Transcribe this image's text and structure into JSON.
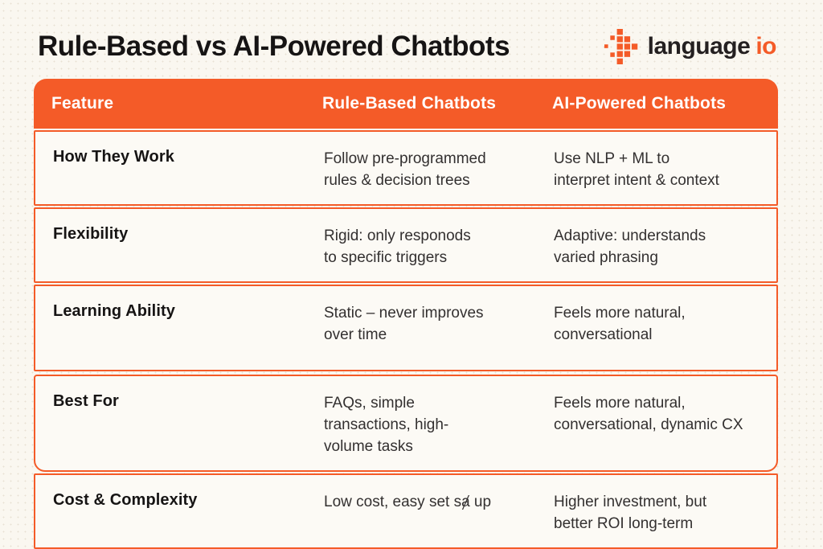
{
  "page": {
    "title": "Rule-Based vs AI-Powered Chatbots"
  },
  "logo": {
    "name_primary": "language",
    "name_accent": "io",
    "icon": "pixel-arrow-right",
    "accent_color": "#F45B28",
    "text_color": "#242021"
  },
  "colors": {
    "accent_orange": "#F45B28",
    "header_text": "#FFFFFF",
    "page_background": "#FAF7F0",
    "row_background": "#FCFAF5",
    "title_text": "#161414",
    "body_text": "#333030"
  },
  "chart_data": {
    "type": "table",
    "title": "Rule-Based vs AI-Powered Chatbots",
    "columns": [
      "Feature",
      "Rule-Based Chatbots",
      "AI-Powered Chatbots"
    ],
    "rows": [
      {
        "feature": "How They Work",
        "rule_based": "Follow pre-programmed\nrules & decision trees",
        "ai_powered": "Use NLP + ML to\ninterpret intent & context"
      },
      {
        "feature": "Flexibility",
        "rule_based": "Rigid: only responods\nto specific triggers",
        "ai_powered": "Adaptive: understands\nvaried phrasing"
      },
      {
        "feature": "Learning Ability",
        "rule_based": "Static – never improves\nover time",
        "ai_powered": "Feels more natural,\nconversational"
      },
      {
        "feature": "Best For",
        "rule_based": "FAQs, simple\ntransactions,  high-\nvolume tasks",
        "ai_powered": "Feels more natural,\nconversational, dynamic CX"
      },
      {
        "feature": "Cost & Complexity",
        "rule_based": "Low cost, easy set sⱥ up",
        "ai_powered": "Higher investment, but\nbetter ROI long-term"
      }
    ]
  }
}
